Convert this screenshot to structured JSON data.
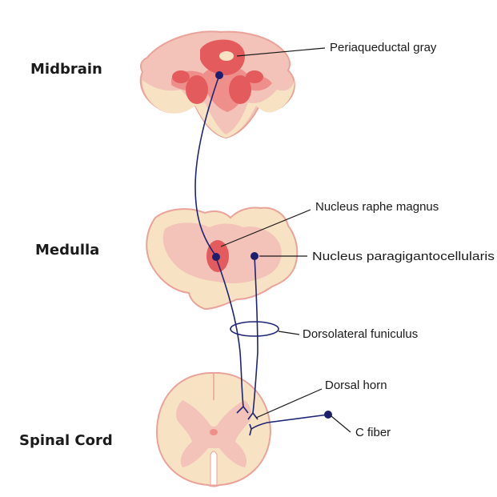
{
  "regions": {
    "midbrain": "Midbrain",
    "medulla": "Medulla",
    "spinal_cord": "Spinal Cord"
  },
  "callouts": {
    "periaqueductal_gray": "Periaqueductal gray",
    "nucleus_raphe_magnus": "Nucleus raphe magnus",
    "nucleus_paragigantocellularis": "Nucleus paragigantocellularis",
    "dorsolateral_funiculus": "Dorsolateral funiculus",
    "dorsal_horn": "Dorsal horn",
    "c_fiber": "C fiber"
  },
  "colors": {
    "tissue_outer": "#f7e2c4",
    "tissue_mid": "#f3c2b8",
    "tissue_core": "#ee8f8c",
    "tissue_edge": "#e9a39a",
    "nucleus": "#e45b5e",
    "pathway": "#1e2475",
    "neuron_dot": "#1e1e6e"
  }
}
